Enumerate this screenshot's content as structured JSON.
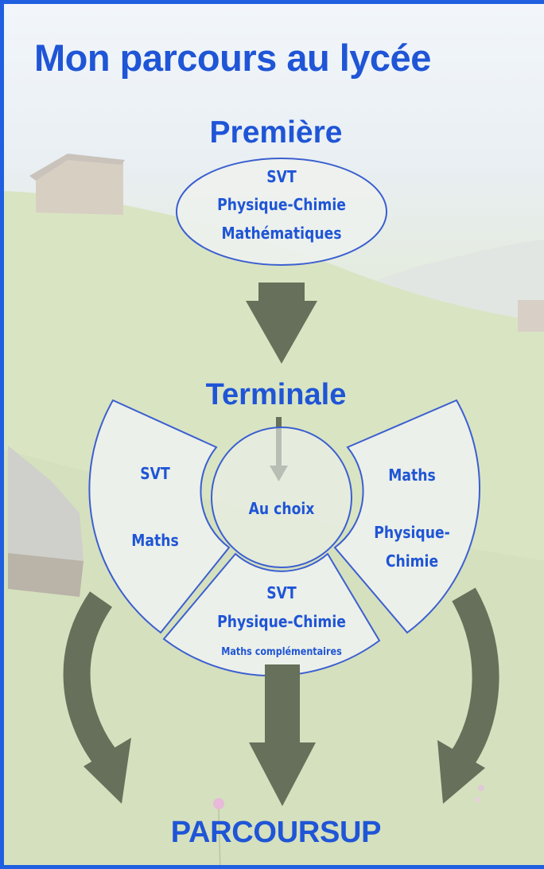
{
  "title": "Mon parcours au lycée",
  "premiere": {
    "heading": "Première",
    "subjects": [
      "SVT",
      "Physique-Chimie",
      "Mathématiques"
    ]
  },
  "terminale": {
    "heading": "Terminale",
    "center_label": "Au choix",
    "left_option": {
      "line1": "SVT",
      "line2": "Maths"
    },
    "right_option": {
      "line1": "Maths",
      "line2": "Physique-",
      "line3": "Chimie"
    },
    "bottom_option": {
      "line1": "SVT",
      "line2": "Physique-Chimie",
      "line3": "Maths complémentaires"
    }
  },
  "outcome": "PARCOURSUP",
  "colors": {
    "accent_blue": "#1f55d6",
    "border_blue": "#1f5fe0",
    "arrow": "#66705a",
    "shape_fill": "#eef1ee"
  }
}
